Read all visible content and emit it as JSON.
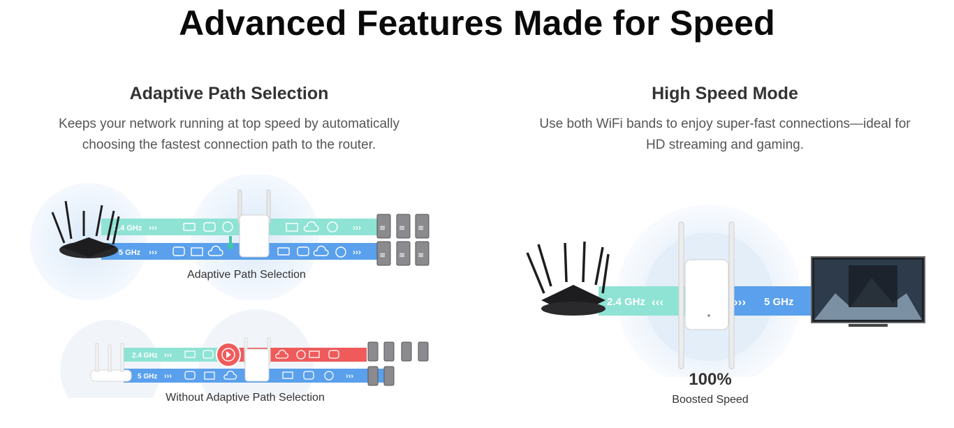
{
  "title": "Advanced Features Made for Speed",
  "left": {
    "heading": "Adaptive Path Selection",
    "description_line1": "Keeps your network running at top speed by automatically",
    "description_line2": "choosing the fastest connection path to the router.",
    "diagram_top": {
      "band_24": "2.4 GHz",
      "band_5": "5 GHz",
      "caption": "Adaptive Path Selection"
    },
    "diagram_bottom": {
      "band_24": "2.4 GHz",
      "band_5": "5 GHz",
      "caption": "Without Adaptive Path Selection"
    }
  },
  "right": {
    "heading": "High Speed Mode",
    "description_line1": "Use both WiFi bands to enjoy super-fast connections—ideal for",
    "description_line2": "HD streaming and gaming.",
    "band_24": "2.4 GHz",
    "band_5": "5 GHz",
    "percent": "100%",
    "percent_caption": "Boosted Speed"
  },
  "colors": {
    "teal": "#8fe3d4",
    "blue": "#5aa0ec",
    "red": "#ef5b5b",
    "device_dark": "#1d1d1f",
    "halo": "#e6f1fb"
  }
}
